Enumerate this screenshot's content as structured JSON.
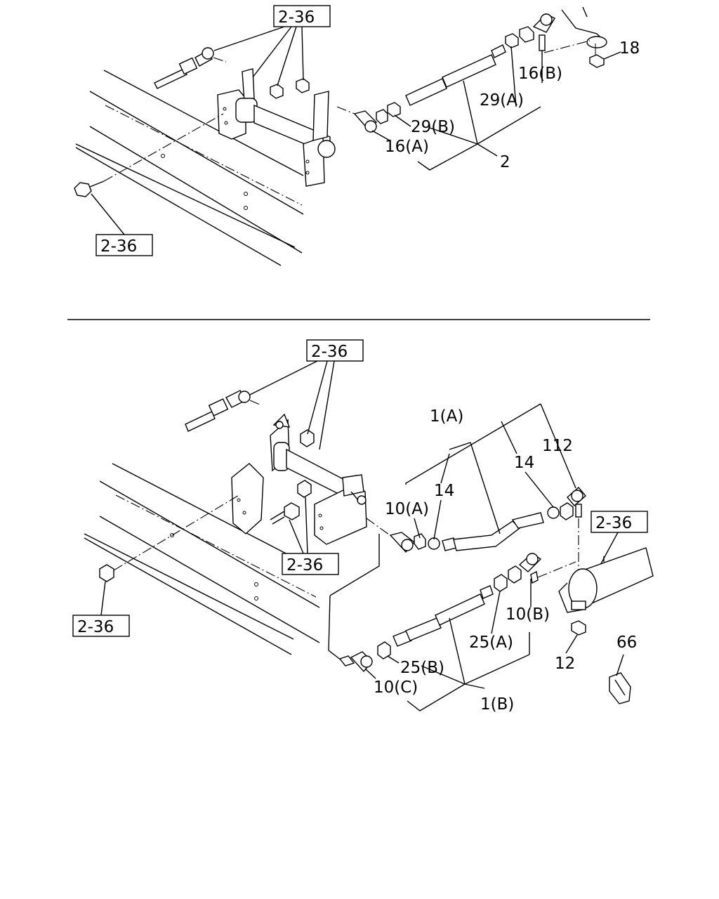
{
  "top_section": {
    "labels": {
      "ref_2_36_top": "2-36",
      "ref_2_36_bottom_left": "2-36",
      "part_18": "18",
      "part_16b": "16(B)",
      "part_29a": "29(A)",
      "part_29b": "29(B)",
      "part_16a": "16(A)",
      "part_2": "2"
    }
  },
  "bottom_section": {
    "labels": {
      "ref_2_36_top": "2-36",
      "ref_2_36_middle": "2-36",
      "ref_2_36_left": "2-36",
      "ref_2_36_right": "2-36",
      "part_1a": "1(A)",
      "part_112": "112",
      "part_14_upper": "14",
      "part_14_lower": "14",
      "part_10a": "10(A)",
      "part_10b": "10(B)",
      "part_10c": "10(C)",
      "part_25a": "25(A)",
      "part_25b": "25(B)",
      "part_1b": "1(B)",
      "part_12": "12",
      "part_66": "66"
    }
  }
}
